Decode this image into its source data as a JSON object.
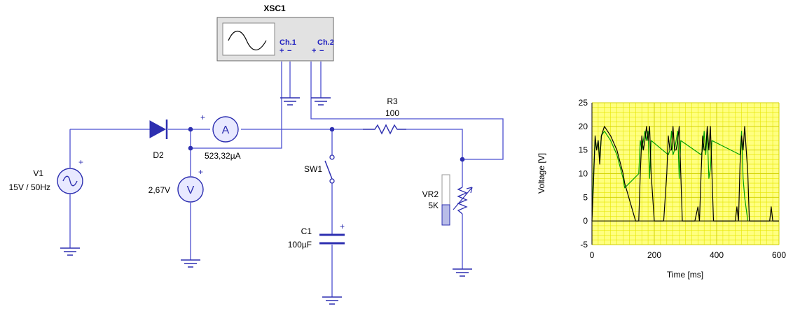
{
  "schematic": {
    "oscilloscope": {
      "name": "XSC1",
      "ch1": "Ch.1",
      "ch2": "Ch.2",
      "plus": "+",
      "minus": "−"
    },
    "source": {
      "name": "V1",
      "value": "15V / 50Hz"
    },
    "diode": {
      "name": "D2"
    },
    "ammeter": {
      "reading": "523,32µA",
      "symbol": "A"
    },
    "voltmeter": {
      "reading": "2,67V",
      "symbol": "V"
    },
    "resistor": {
      "name": "R3",
      "value": "100"
    },
    "switch": {
      "name": "SW1"
    },
    "capacitor": {
      "name": "C1",
      "value": "100µF"
    },
    "potentiometer": {
      "name": "VR2",
      "value": "5K"
    },
    "plus_sign": "+"
  },
  "chart_data": {
    "type": "line",
    "xlabel": "Time [ms]",
    "ylabel": "Voltage [V]",
    "xlim": [
      0,
      600
    ],
    "ylim": [
      -5,
      25
    ],
    "x_ticks": [
      0,
      200,
      400,
      600
    ],
    "y_ticks": [
      -5,
      0,
      5,
      10,
      15,
      20,
      25
    ],
    "grid": true,
    "background": "#ffff80",
    "series": [
      {
        "color": "#000000",
        "x": [
          0,
          5,
          10,
          15,
          20,
          25,
          30,
          40,
          60,
          80,
          100,
          105,
          140,
          150,
          155,
          160,
          165,
          170,
          175,
          180,
          185,
          190,
          200,
          205,
          210,
          230,
          240,
          245,
          250,
          255,
          260,
          265,
          270,
          275,
          280,
          285,
          290,
          300,
          305,
          310,
          330,
          340,
          345,
          350,
          355,
          360,
          365,
          370,
          375,
          380,
          385,
          390,
          400,
          405,
          410,
          430,
          440,
          445,
          450,
          455,
          460,
          465,
          470,
          475,
          480,
          485,
          490,
          500,
          505,
          510,
          520,
          530,
          540,
          560,
          570,
          575,
          580,
          600
        ],
        "y": [
          0,
          8,
          18,
          15,
          17,
          12,
          18,
          20,
          18,
          15,
          10,
          8,
          0,
          0,
          10,
          18,
          15,
          17,
          20,
          17,
          20,
          10,
          0,
          0,
          0,
          0,
          10,
          18,
          15,
          15,
          20,
          15,
          15,
          17,
          20,
          10,
          0,
          0,
          0,
          0,
          0,
          3,
          0,
          10,
          18,
          15,
          15,
          20,
          15,
          20,
          10,
          0,
          0,
          0,
          0,
          0,
          0,
          0,
          0,
          0,
          0,
          3,
          0,
          12,
          18,
          15,
          20,
          10,
          0,
          0,
          0,
          0,
          0,
          0,
          0,
          3,
          0,
          0
        ]
      },
      {
        "color": "#00a000",
        "x": [
          0,
          5,
          10,
          15,
          20,
          25,
          30,
          40,
          60,
          80,
          100,
          105,
          150,
          155,
          160,
          165,
          170,
          175,
          180,
          185,
          190,
          245,
          250,
          255,
          260,
          265,
          270,
          275,
          280,
          285,
          350,
          355,
          360,
          365,
          370,
          375,
          380,
          385,
          475,
          480,
          485,
          490,
          500
        ],
        "y": [
          2,
          10,
          17,
          15,
          17,
          13,
          18,
          19,
          17,
          14,
          9,
          7,
          10,
          17,
          15,
          17,
          19,
          17,
          19,
          9,
          17,
          14,
          15,
          19,
          14,
          15,
          17,
          19,
          9,
          17,
          14,
          15,
          19,
          14,
          19,
          9,
          11,
          17,
          14,
          19,
          9,
          5,
          0
        ]
      }
    ]
  }
}
